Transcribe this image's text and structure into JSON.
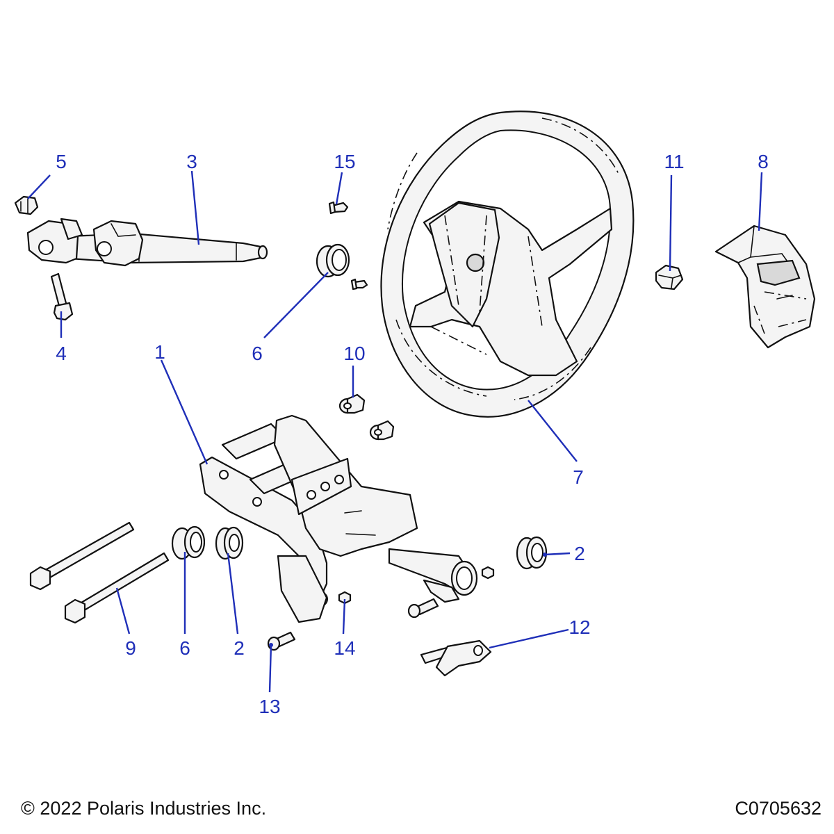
{
  "callouts": {
    "c1": "1",
    "c2a": "2",
    "c2b": "2",
    "c3": "3",
    "c4": "4",
    "c5": "5",
    "c6a": "6",
    "c6b": "6",
    "c7": "7",
    "c8": "8",
    "c9": "9",
    "c10": "10",
    "c11": "11",
    "c12": "12",
    "c13": "13",
    "c14": "14",
    "c15": "15"
  },
  "footer": {
    "copyright": "© 2022 Polaris Industries Inc.",
    "figure_id": "C0705632"
  },
  "colors": {
    "callout": "#1f2fb8",
    "line": "#111111",
    "fill": "#f4f4f4"
  }
}
